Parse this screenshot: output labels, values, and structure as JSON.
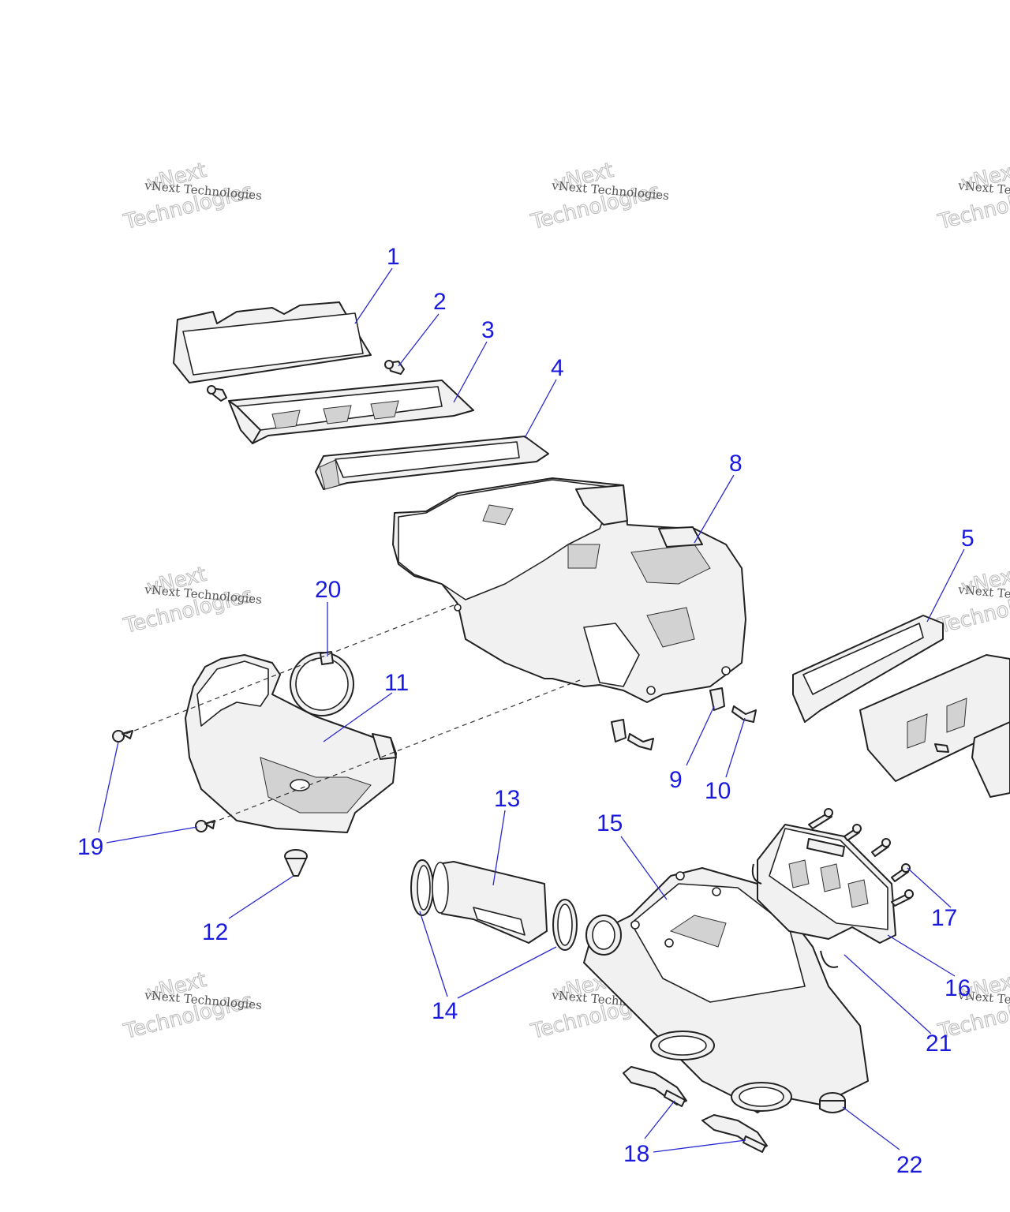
{
  "watermark": {
    "line_small": "vNext Technologies",
    "line_big_1": "vNext",
    "line_big_2": "Technologies"
  },
  "callouts": {
    "c1": "1",
    "c2": "2",
    "c3": "3",
    "c4": "4",
    "c5": "5",
    "c8": "8",
    "c9": "9",
    "c10": "10",
    "c11": "11",
    "c12": "12",
    "c13": "13",
    "c14": "14",
    "c15": "15",
    "c16": "16",
    "c17": "17",
    "c18": "18",
    "c19": "19",
    "c20": "20",
    "c21": "21",
    "c22": "22"
  },
  "colors": {
    "callout": "#1a1adf",
    "line": "#222222",
    "fill": "#f1f1f1"
  }
}
